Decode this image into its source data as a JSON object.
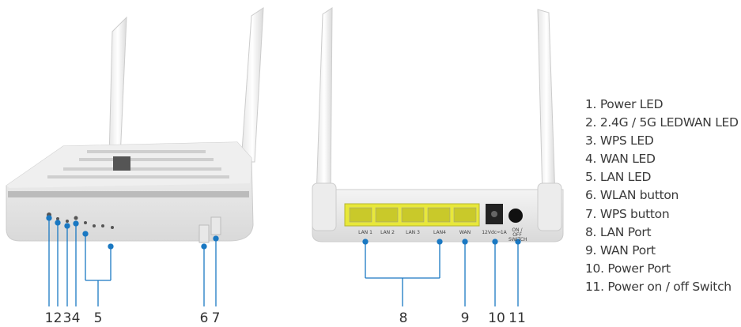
{
  "legend": [
    "1. Power LED",
    "2. 2.4G / 5G LEDWAN LED",
    "3. WPS LED",
    "4. WAN LED",
    "5. LAN LED",
    "6. WLAN button",
    "7. WPS button",
    "8. LAN Port",
    "9. WAN Port",
    "10. Power Port",
    "11. Power on / off Switch"
  ],
  "callouts": [
    "1",
    "2",
    "3",
    "4",
    "5",
    "6",
    "7",
    "8",
    "9",
    "10",
    "11"
  ],
  "port_labels": [
    "LAN 1",
    "LAN 2",
    "LAN 3",
    "LAN4",
    "WAN",
    "12Vdc⎓1A",
    "ON / OFF SWITCH"
  ],
  "colors": {
    "callout": "#1a78c2",
    "port": "#e8e83a"
  }
}
